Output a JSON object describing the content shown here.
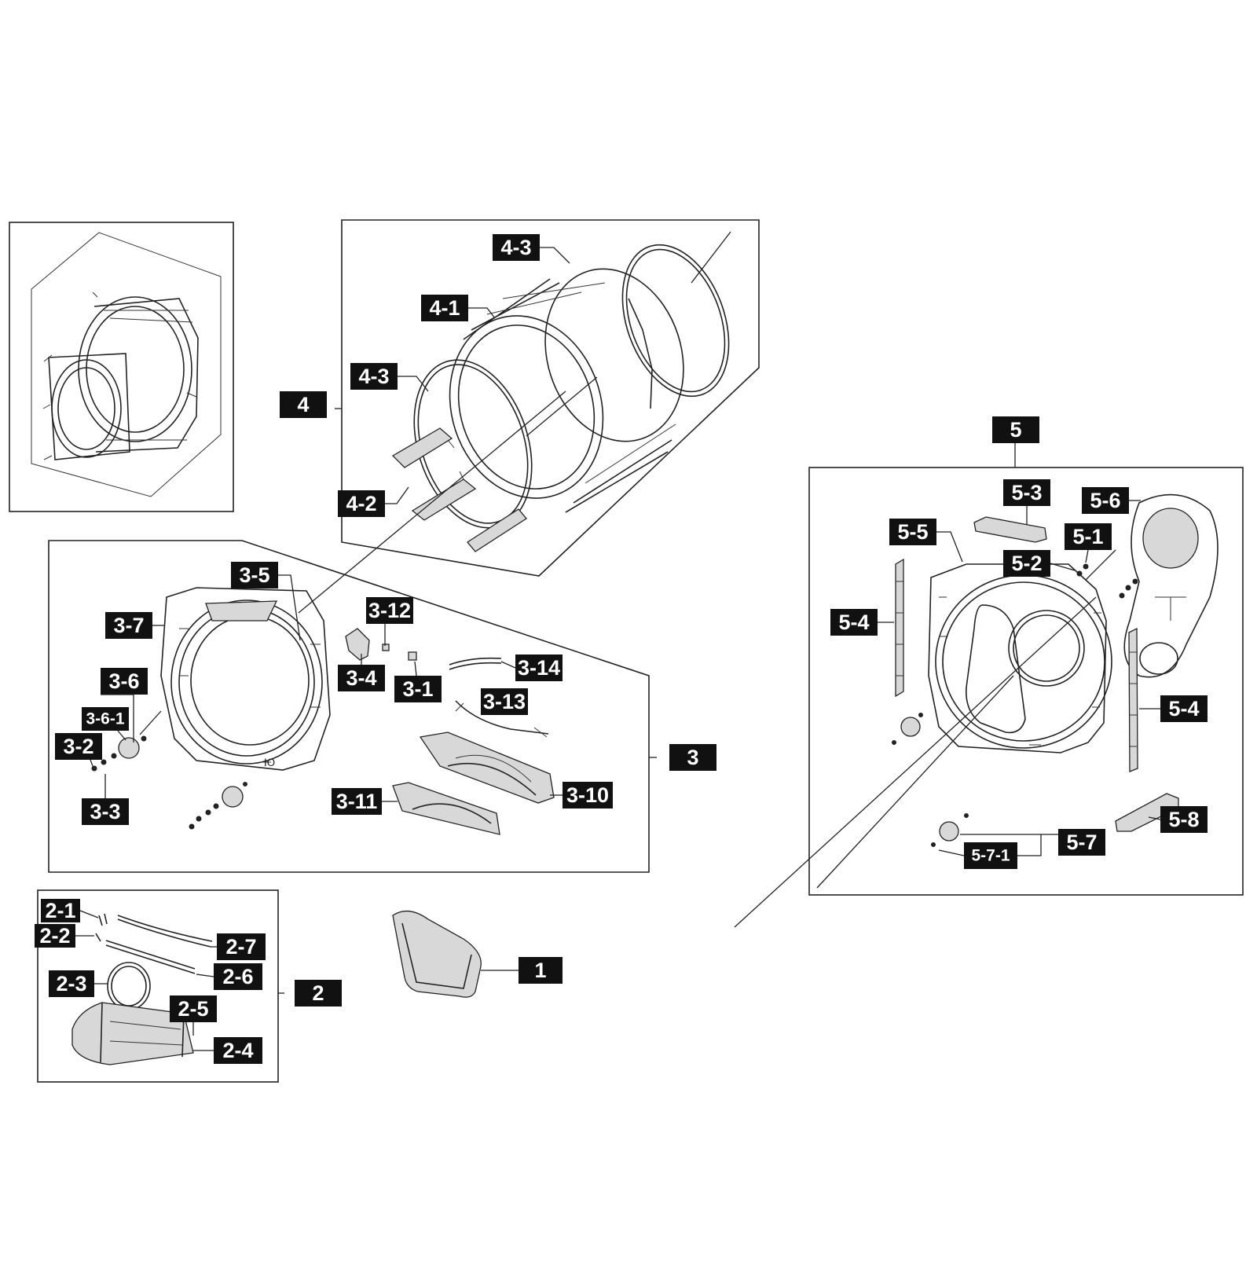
{
  "callouts": {
    "c1": "1",
    "c2": "2",
    "c2_1": "2-1",
    "c2_2": "2-2",
    "c2_3": "2-3",
    "c2_4": "2-4",
    "c2_5": "2-5",
    "c2_6": "2-6",
    "c2_7": "2-7",
    "c3": "3",
    "c3_1": "3-1",
    "c3_2": "3-2",
    "c3_3": "3-3",
    "c3_4": "3-4",
    "c3_5": "3-5",
    "c3_6": "3-6",
    "c3_6_1": "3-6-1",
    "c3_7": "3-7",
    "c3_10": "3-10",
    "c3_11": "3-11",
    "c3_12": "3-12",
    "c3_13": "3-13",
    "c3_14": "3-14",
    "c4": "4",
    "c4_1": "4-1",
    "c4_2": "4-2",
    "c4_3a": "4-3",
    "c4_3b": "4-3",
    "c5": "5",
    "c5_1": "5-1",
    "c5_2": "5-2",
    "c5_3": "5-3",
    "c5_4a": "5-4",
    "c5_4b": "5-4",
    "c5_5": "5-5",
    "c5_6": "5-6",
    "c5_7": "5-7",
    "c5_7_1": "5-7-1",
    "c5_8": "5-8"
  }
}
